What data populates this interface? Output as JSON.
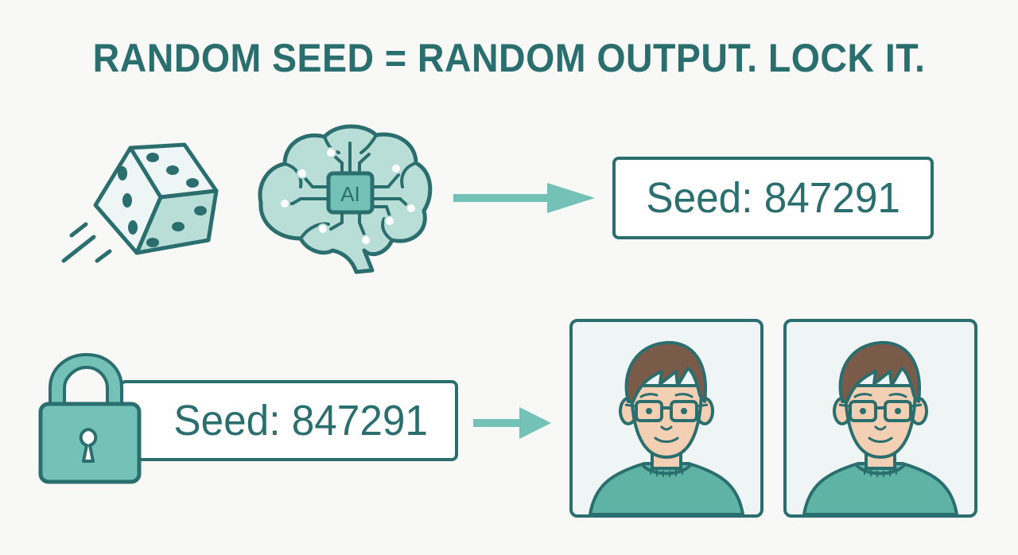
{
  "title": "RANDOM SEED = RANDOM OUTPUT. LOCK IT.",
  "top_row": {
    "dice_icon": "rolling-dice",
    "brain_icon": "ai-brain-chip",
    "brain_chip_label": "AI",
    "arrow": "right-arrow",
    "seed_label": "Seed: 847291"
  },
  "bottom_row": {
    "lock_icon": "padlock",
    "seed_label": "Seed: 847291",
    "arrow": "right-arrow",
    "portraits": [
      {
        "label": "portrait-1",
        "description": "man with brown hair, glasses, green sweater"
      },
      {
        "label": "portrait-2",
        "description": "man with brown hair, glasses, green sweater"
      }
    ]
  },
  "colors": {
    "primary": "#2b6e6e",
    "accent": "#74c1b8",
    "light_fill": "#b9ddd7",
    "background": "#f8f9f6",
    "hair": "#7a5a48",
    "skin": "#f3cfb3",
    "sweater": "#5fb3a5"
  }
}
